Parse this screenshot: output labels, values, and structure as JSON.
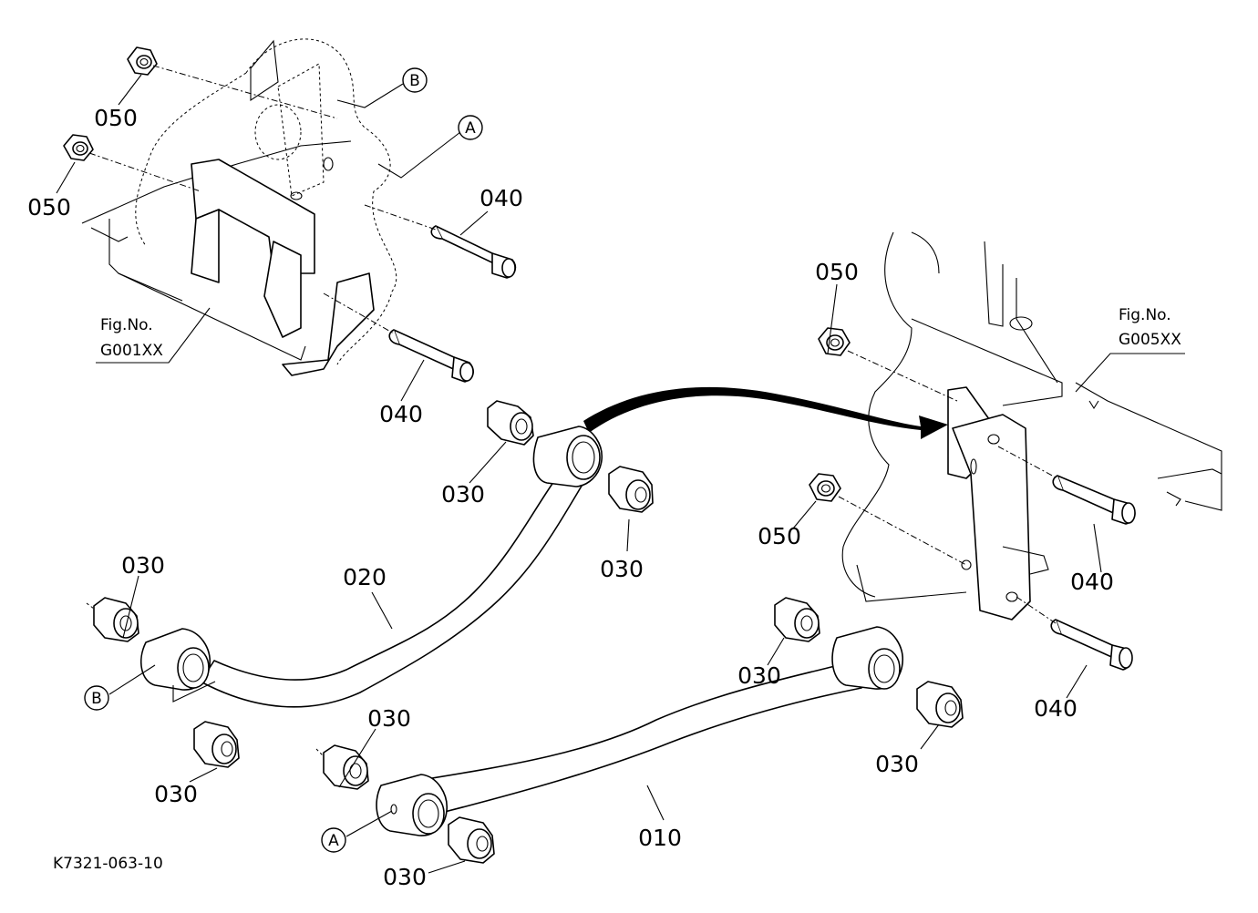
{
  "diagram_id": "K7321-063-10",
  "fig_refs": [
    "Fig.No.",
    "G001XX",
    "Fig.No.",
    "G005XX"
  ],
  "callouts": [
    "A",
    "B"
  ],
  "part_labels": [
    "010",
    "020",
    "030",
    "040",
    "050"
  ]
}
